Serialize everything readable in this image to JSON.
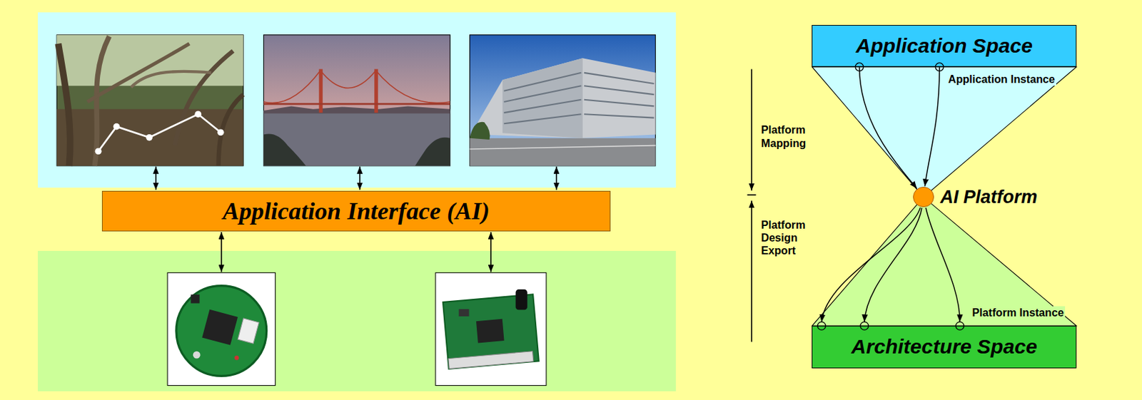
{
  "diagram": {
    "nodes": [
      {
        "text": [
          "Application Interface (AI)"
        ]
      },
      {
        "text": [
          "Application Space"
        ]
      },
      {
        "text": [
          "AI Platform"
        ]
      },
      {
        "text": [
          "Architecture Space"
        ]
      }
    ],
    "edges": [
      {
        "from": 1,
        "to": 2,
        "arrow": "to"
      },
      {
        "from": 1,
        "to": 2,
        "arrow": "to"
      },
      {
        "from": 2,
        "to": 3,
        "arrow": "to"
      },
      {
        "from": 2,
        "to": 3,
        "arrow": "to"
      },
      {
        "from": 2,
        "to": 3,
        "arrow": "to"
      }
    ],
    "labels": [
      "Application Instance",
      "Platform Mapping",
      "Platform Design Export",
      "Platform Instance"
    ]
  }
}
